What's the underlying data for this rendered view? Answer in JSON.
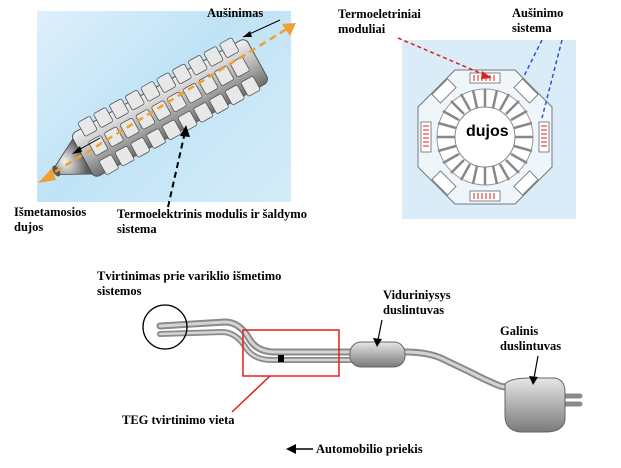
{
  "top_left": {
    "cooling_label": "Aušinimas",
    "exhaust_label": "Išmetamosios dujos",
    "module_label": "Termoelektrinis modulis ir šaldymo sistema"
  },
  "top_right": {
    "modules_label": "Termoeletriniai moduliai",
    "cooling_system_label": "Aušinimo sistema",
    "gas_label": "dujos"
  },
  "bottom": {
    "mount_label": "Tvirtinimas prie variklio išmetimo sistemos",
    "middle_muffler_label": "Viduriniysys duslintuvas",
    "rear_muffler_label": "Galinis duslintuvas",
    "teg_label": "TEG tvirtinimo vieta",
    "front_label": "Automobilio priekis"
  },
  "colors": {
    "accent_orange": "#f0a030",
    "highlight_red": "#e02020",
    "module_blue_dash": "#3050d0",
    "panel_blue": "#cde6f5"
  }
}
